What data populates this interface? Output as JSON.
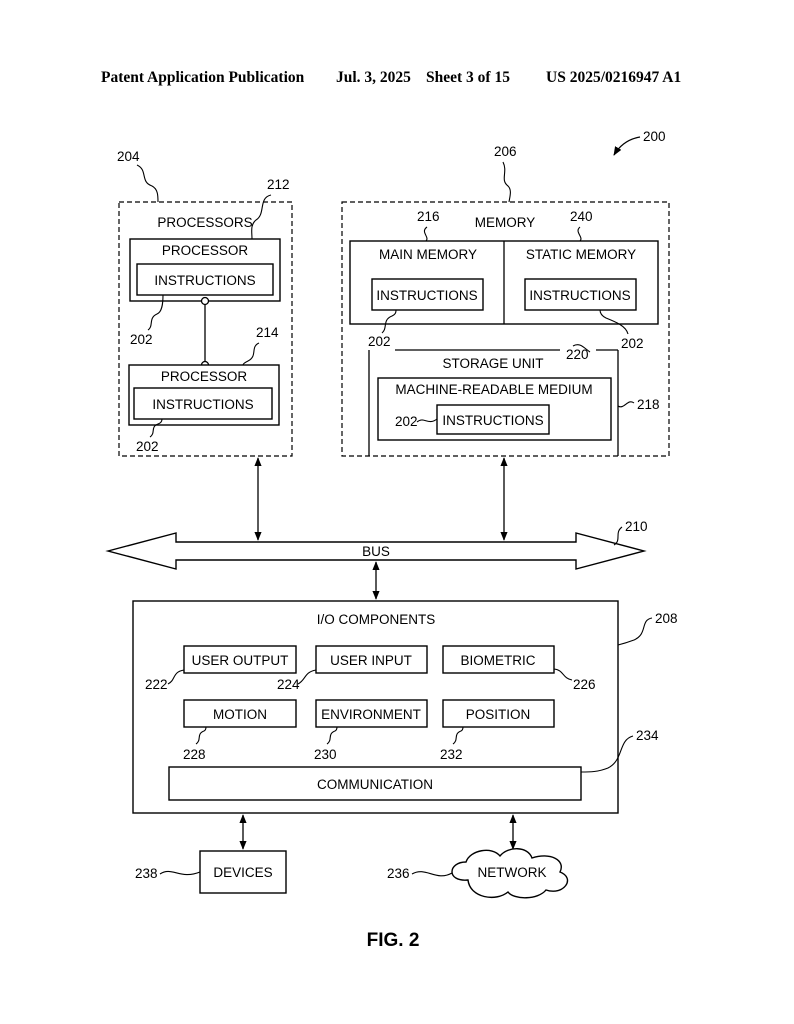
{
  "header": {
    "publication": "Patent Application Publication",
    "date": "Jul. 3, 2025",
    "sheet": "Sheet 3 of 15",
    "number": "US 2025/0216947 A1"
  },
  "figure": {
    "ref": "200",
    "caption": "FIG. 2",
    "processors": {
      "title": "PROCESSORS",
      "ref": "204",
      "processor_a": {
        "label": "PROCESSOR",
        "ref": "212",
        "instructions": "INSTRUCTIONS",
        "instructions_ref": "202"
      },
      "processor_b": {
        "label": "PROCESSOR",
        "ref": "214",
        "instructions": "INSTRUCTIONS",
        "instructions_ref": "202"
      }
    },
    "memory": {
      "title": "MEMORY",
      "ref": "206",
      "main_memory": {
        "label": "MAIN MEMORY",
        "ref": "216",
        "instructions": "INSTRUCTIONS",
        "instructions_ref": "202"
      },
      "static_memory": {
        "label": "STATIC MEMORY",
        "ref": "240",
        "instructions": "INSTRUCTIONS",
        "instructions_ref": "202"
      },
      "storage_unit": {
        "label": "STORAGE UNIT",
        "ref": "220",
        "medium": "MACHINE-READABLE MEDIUM",
        "medium_ref": "218",
        "instructions": "INSTRUCTIONS",
        "instructions_ref": "202"
      }
    },
    "bus": {
      "label": "BUS",
      "ref": "210"
    },
    "io": {
      "title": "I/O COMPONENTS",
      "ref": "208",
      "user_output": {
        "label": "USER OUTPUT",
        "ref": "222"
      },
      "user_input": {
        "label": "USER INPUT",
        "ref": "224"
      },
      "biometric": {
        "label": "BIOMETRIC",
        "ref": "226"
      },
      "motion": {
        "label": "MOTION",
        "ref": "228"
      },
      "environment": {
        "label": "ENVIRONMENT",
        "ref": "230"
      },
      "position": {
        "label": "POSITION",
        "ref": "232"
      },
      "communication": {
        "label": "COMMUNICATION",
        "ref": "234"
      }
    },
    "devices": {
      "label": "DEVICES",
      "ref": "238"
    },
    "network": {
      "label": "NETWORK",
      "ref": "236"
    }
  }
}
